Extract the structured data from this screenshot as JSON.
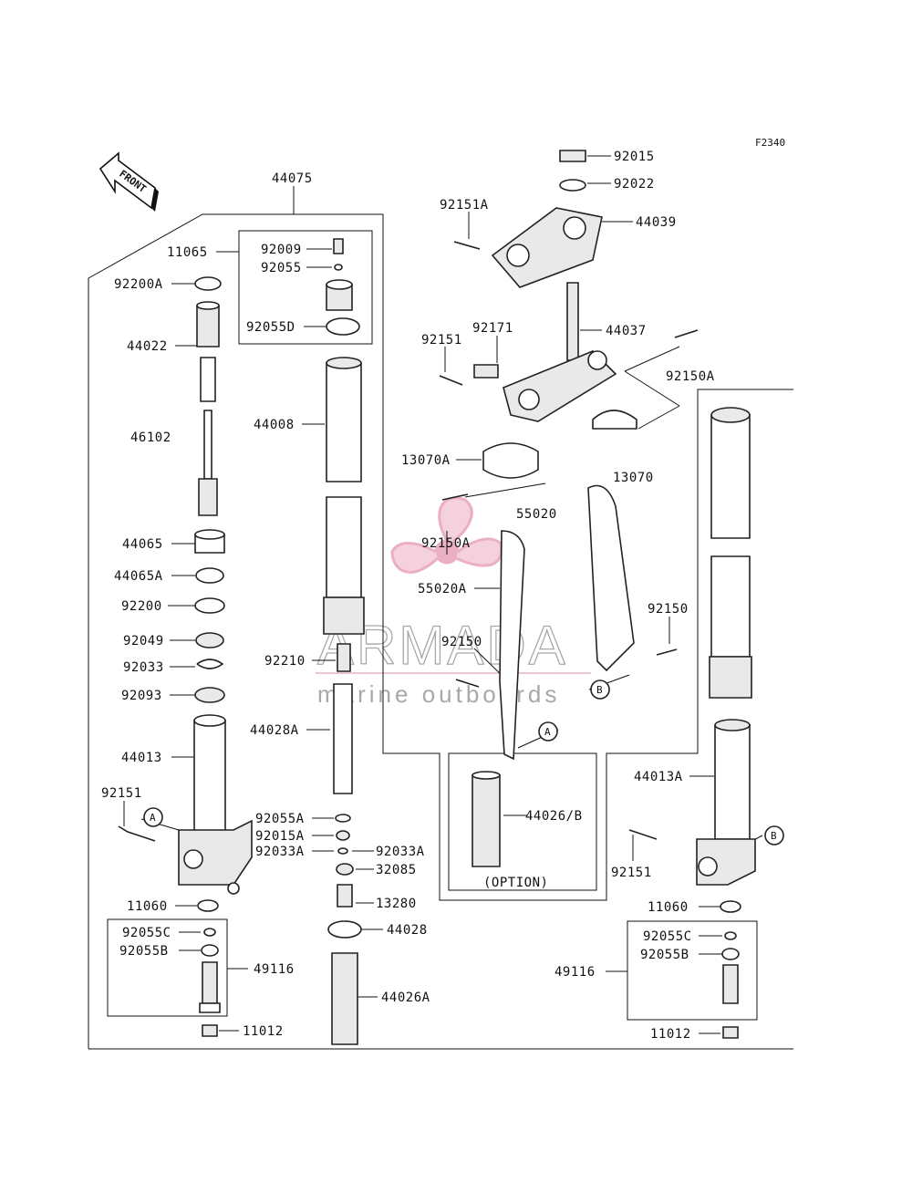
{
  "figure_code": "F2340",
  "front_label": "FRONT",
  "labels": {
    "l44075": "44075",
    "l11065": "11065",
    "l92009": "92009",
    "l92055": "92055",
    "l92055D": "92055D",
    "l92200A": "92200A",
    "l44022": "44022",
    "l46102": "46102",
    "l44008": "44008",
    "l44065": "44065",
    "l44065A": "44065A",
    "l92200": "92200",
    "l92049": "92049",
    "l92033": "92033",
    "l92093": "92093",
    "l92210": "92210",
    "l44028A": "44028A",
    "l44013": "44013",
    "l92151_left": "92151",
    "l92055A": "92055A",
    "l92015A": "92015A",
    "l92033A_left": "92033A",
    "l92033A_right": "92033A",
    "l32085": "32085",
    "l11060_left": "11060",
    "l13280": "13280",
    "l44028": "44028",
    "l92055C_left": "92055C",
    "l92055B_left": "92055B",
    "l49116_left": "49116",
    "l44026A": "44026A",
    "l11012_left": "11012",
    "l92015": "92015",
    "l92022": "92022",
    "l92151A": "92151A",
    "l44039": "44039",
    "l92171": "92171",
    "l92151_mid": "92151",
    "l44037": "44037",
    "l92150A_top": "92150A",
    "l13070A": "13070A",
    "l13070": "13070",
    "l55020": "55020",
    "l92150A_mid": "92150A",
    "l55020A": "55020A",
    "l92150_right": "92150",
    "l92150_mid": "92150",
    "l44026B": "44026/B",
    "l_option": "(OPTION)",
    "l44013A": "44013A",
    "l92151_right": "92151",
    "l11060_right": "11060",
    "l92055C_right": "92055C",
    "l92055B_right": "92055B",
    "l49116_right": "49116",
    "l11012_right": "11012"
  },
  "callouts": {
    "a": "A",
    "b": "B"
  },
  "watermark": {
    "brand": "ARMADA",
    "tagline": "marine outboards",
    "color": "#e7a3b8"
  }
}
